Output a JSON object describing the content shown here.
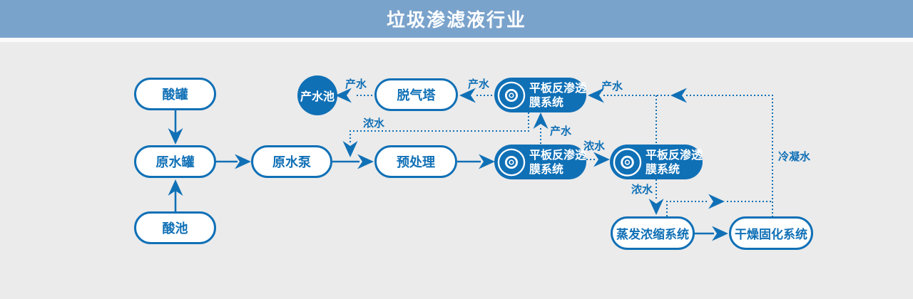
{
  "header": {
    "title": "垃圾渗滤液行业"
  },
  "colors": {
    "accent_blue": "#1070b6",
    "header_bg": "#7aa3cc",
    "canvas_bg": "#ebebeb",
    "node_fill": "#ffffff"
  },
  "nodes": {
    "acid_tank": {
      "label": "酸罐"
    },
    "raw_water_tank": {
      "label": "原水罐"
    },
    "acid_pool": {
      "label": "酸池"
    },
    "raw_water_pump": {
      "label": "原水泵"
    },
    "pretreatment": {
      "label": "预处理"
    },
    "degassing_tower": {
      "label": "脱气塔"
    },
    "product_water_pool": {
      "label": "产水池"
    },
    "ro_membrane_1": {
      "line1": "平板反渗透",
      "line2": "膜系统",
      "icon": "disc-icon"
    },
    "ro_membrane_2": {
      "line1": "平板反渗透",
      "line2": "膜系统",
      "icon": "disc-icon"
    },
    "ro_membrane_3": {
      "line1": "平板反渗透",
      "line2": "膜系统",
      "icon": "disc-icon"
    },
    "evaporation_system": {
      "label": "蒸发浓缩系统"
    },
    "drying_system": {
      "label": "干燥固化系统"
    }
  },
  "flow_labels": {
    "product_water_tower_to_pool": "产水",
    "product_water_ro1_to_tower": "产水",
    "product_water_ro3_to_ro1": "产水",
    "product_water_ro2_to_ro1": "产水",
    "concentrate_ro1_return": "浓水",
    "concentrate_ro2_to_ro3": "浓水",
    "concentrate_ro3_to_evaporation": "浓水",
    "condensate_return": "冷凝水"
  }
}
